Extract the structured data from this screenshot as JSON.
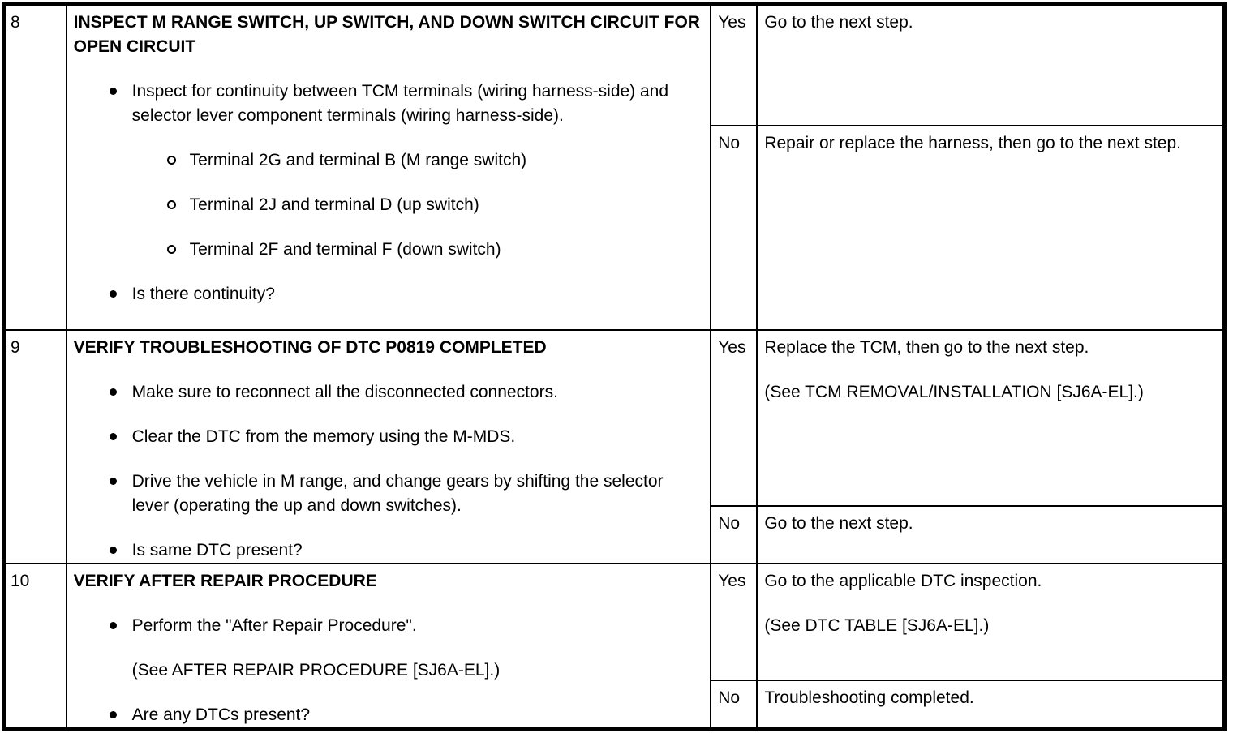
{
  "table": {
    "steps": [
      {
        "number": "8",
        "title": "INSPECT M RANGE SWITCH, UP SWITCH, AND DOWN SWITCH CIRCUIT FOR OPEN CIRCUIT",
        "bullet_inspect": "Inspect for continuity between TCM terminals (wiring harness-side) and selector lever component terminals (wiring harness-side).",
        "sub_bullets": [
          "Terminal 2G and terminal B (M range switch)",
          "Terminal 2J and terminal D (up switch)",
          "Terminal 2F and terminal F (down switch)"
        ],
        "bullet_question": "Is there continuity?",
        "yes_label": "Yes",
        "yes_action": "Go to the next step.",
        "no_label": "No",
        "no_action": "Repair or replace the harness, then go to the next step."
      },
      {
        "number": "9",
        "title": "VERIFY TROUBLESHOOTING OF DTC P0819 COMPLETED",
        "bullets": [
          "Make sure to reconnect all the disconnected connectors.",
          "Clear the DTC from the memory using the M-MDS.",
          "Drive the vehicle in M range, and change gears by shifting the selector lever (operating the up and down switches).",
          "Is same DTC present?"
        ],
        "yes_label": "Yes",
        "yes_action": "Replace the TCM, then go to the next step.",
        "yes_note": "(See TCM REMOVAL/INSTALLATION [SJ6A-EL].)",
        "no_label": "No",
        "no_action": "Go to the next step."
      },
      {
        "number": "10",
        "title": "VERIFY AFTER REPAIR PROCEDURE",
        "bullet_perform": "Perform the \"After Repair Procedure\".",
        "note": "(See AFTER REPAIR PROCEDURE [SJ6A-EL].)",
        "bullet_question": "Are any DTCs present?",
        "yes_label": "Yes",
        "yes_action": "Go to the applicable DTC inspection.",
        "yes_note": "(See DTC TABLE [SJ6A-EL].)",
        "no_label": "No",
        "no_action": "Troubleshooting completed."
      }
    ]
  },
  "colors": {
    "border": "#000000",
    "text": "#000000",
    "background": "#ffffff"
  }
}
